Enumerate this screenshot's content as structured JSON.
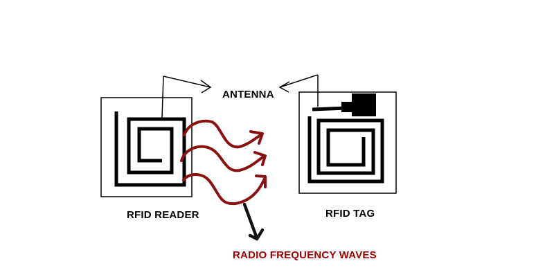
{
  "labels": {
    "antenna": "ANTENNA",
    "reader": "RFID READER",
    "tag": "RFID TAG",
    "waves": "RADIO FREQUENCY WAVES"
  },
  "colors": {
    "ink": "#000000",
    "wave": "#8b1010",
    "waves_text": "#a00000",
    "background": "#ffffff"
  }
}
